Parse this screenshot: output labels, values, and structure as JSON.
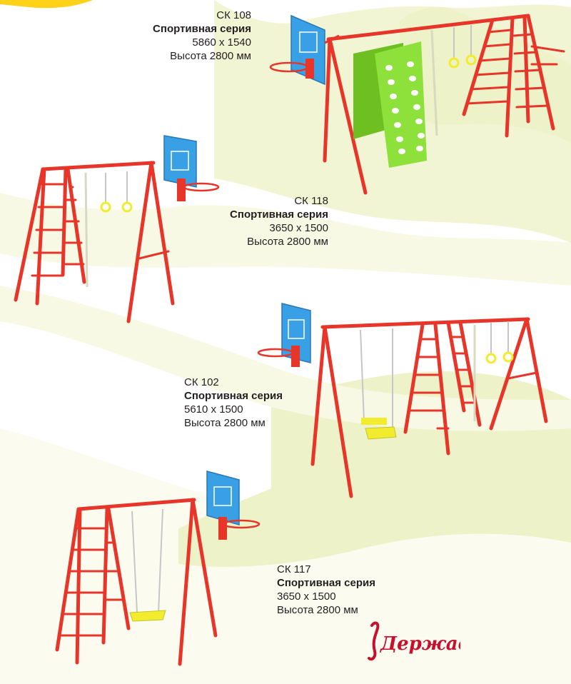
{
  "products": [
    {
      "code": "СК 108",
      "series": "Спортивная серия",
      "dimensions": "5860 х 1540",
      "height": "Высота 2800 мм"
    },
    {
      "code": "СК 118",
      "series": "Спортивная серия",
      "dimensions": "3650 х 1500",
      "height": "Высота 2800 мм"
    },
    {
      "code": "СК 102",
      "series": "Спортивная серия",
      "dimensions": "5610 х 1500",
      "height": "Высота 2800 мм"
    },
    {
      "code": "СК 117",
      "series": "Спортивная серия",
      "dimensions": "3650 х 1500",
      "height": "Высота 2800 мм"
    }
  ],
  "brand": {
    "name": "Держава",
    "color": "#c8102e"
  },
  "colors": {
    "frame": "#e8352a",
    "frame_dark": "#b81f17",
    "board": "#3aa0e6",
    "climbing_wall": "#7ed321",
    "seat": "#f1ec2e",
    "background_wave": "#eef2c8"
  }
}
